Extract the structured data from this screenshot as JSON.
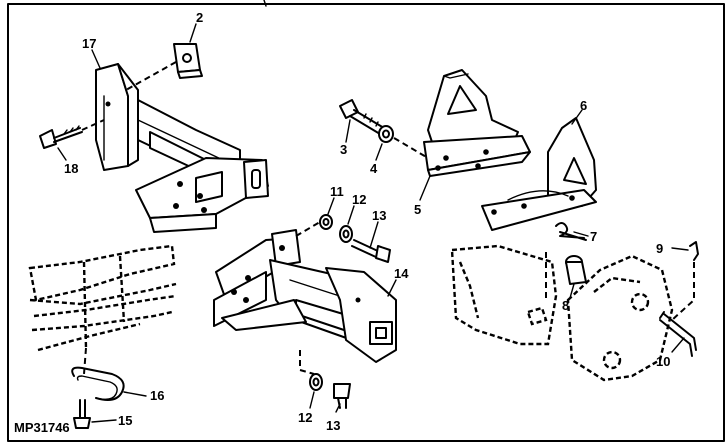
{
  "figure_id": "MP31746",
  "callouts": {
    "c2": "2",
    "c17": "17",
    "c18": "18",
    "c3": "3",
    "c4": "4",
    "c5": "5",
    "c6": "6",
    "c7": "7",
    "c8": "8",
    "c9": "9",
    "c10": "10",
    "c11": "11",
    "c12a": "12",
    "c13a": "13",
    "c14": "14",
    "c16": "16",
    "c15": "15",
    "c12b": "12",
    "c13b": "13"
  }
}
